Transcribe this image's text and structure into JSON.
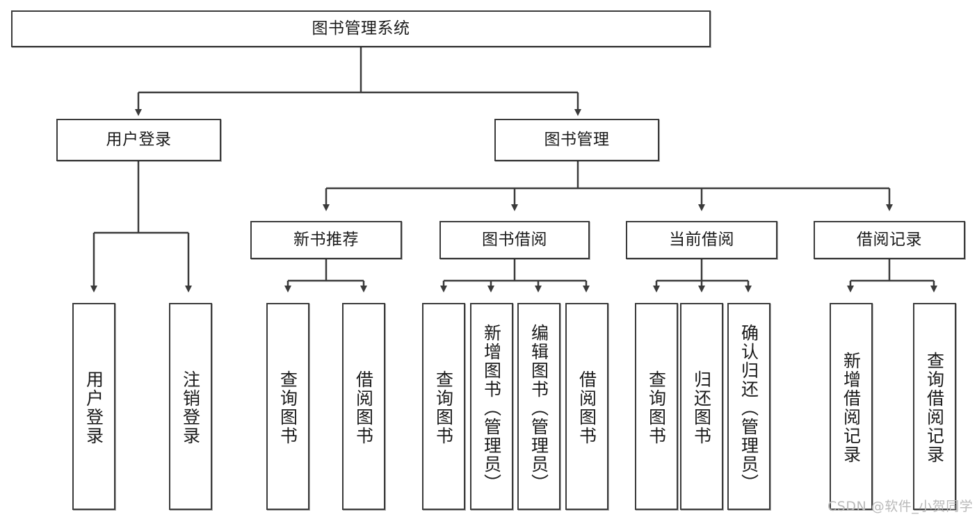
{
  "diagram": {
    "title": "图书管理系统",
    "type": "tree-hierarchy-chart",
    "root": {
      "label": "图书管理系统"
    },
    "level2": [
      {
        "label": "用户登录"
      },
      {
        "label": "图书管理"
      }
    ],
    "level3": [
      {
        "label": "新书推荐"
      },
      {
        "label": "图书借阅"
      },
      {
        "label": "当前借阅"
      },
      {
        "label": "借阅记录"
      }
    ],
    "leaves": {
      "user_login": [
        {
          "label": "用户登录"
        },
        {
          "label": "注销登录"
        }
      ],
      "new_book_recommend": [
        {
          "label": "查询图书"
        },
        {
          "label": "借阅图书"
        }
      ],
      "book_borrow": [
        {
          "label": "查询图书"
        },
        {
          "label": "新增图书（管理员）"
        },
        {
          "label": "编辑图书（管理员）"
        },
        {
          "label": "借阅图书"
        }
      ],
      "current_borrow": [
        {
          "label": "查询图书"
        },
        {
          "label": "归还图书"
        },
        {
          "label": "确认归还（管理员）"
        }
      ],
      "borrow_record": [
        {
          "label": "新增借阅记录"
        },
        {
          "label": "查询借阅记录"
        }
      ]
    },
    "watermark": "CSDN @软件_小贺同学",
    "colors": {
      "stroke": "#3a3a3a",
      "fill": "#ffffff",
      "text": "#1a1a1a",
      "watermark": "#b9b9b9"
    }
  }
}
